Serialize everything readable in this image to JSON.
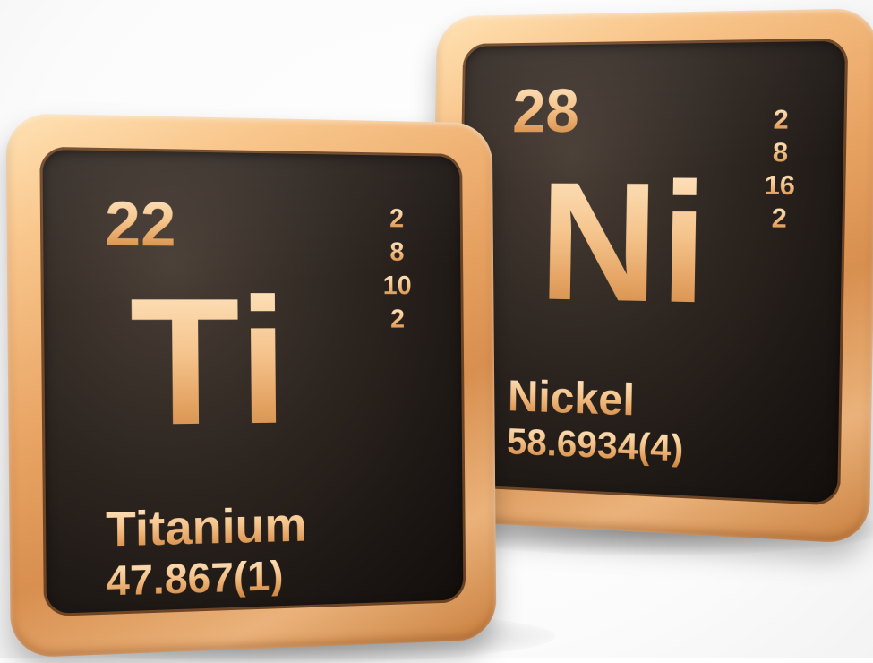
{
  "elements": [
    {
      "atomic_number": "28",
      "symbol": "Ni",
      "name": "Nickel",
      "atomic_mass": "58.6934(4)",
      "electron_shells": [
        "2",
        "8",
        "16",
        "2"
      ]
    },
    {
      "atomic_number": "22",
      "symbol": "Ti",
      "name": "Titanium",
      "atomic_mass": "47.867(1)",
      "electron_shells": [
        "2",
        "8",
        "10",
        "2"
      ]
    }
  ],
  "colors": {
    "frame_gold": "#e9a565",
    "face_dark": "#1a1512",
    "text_gold": "#f2c08a"
  }
}
